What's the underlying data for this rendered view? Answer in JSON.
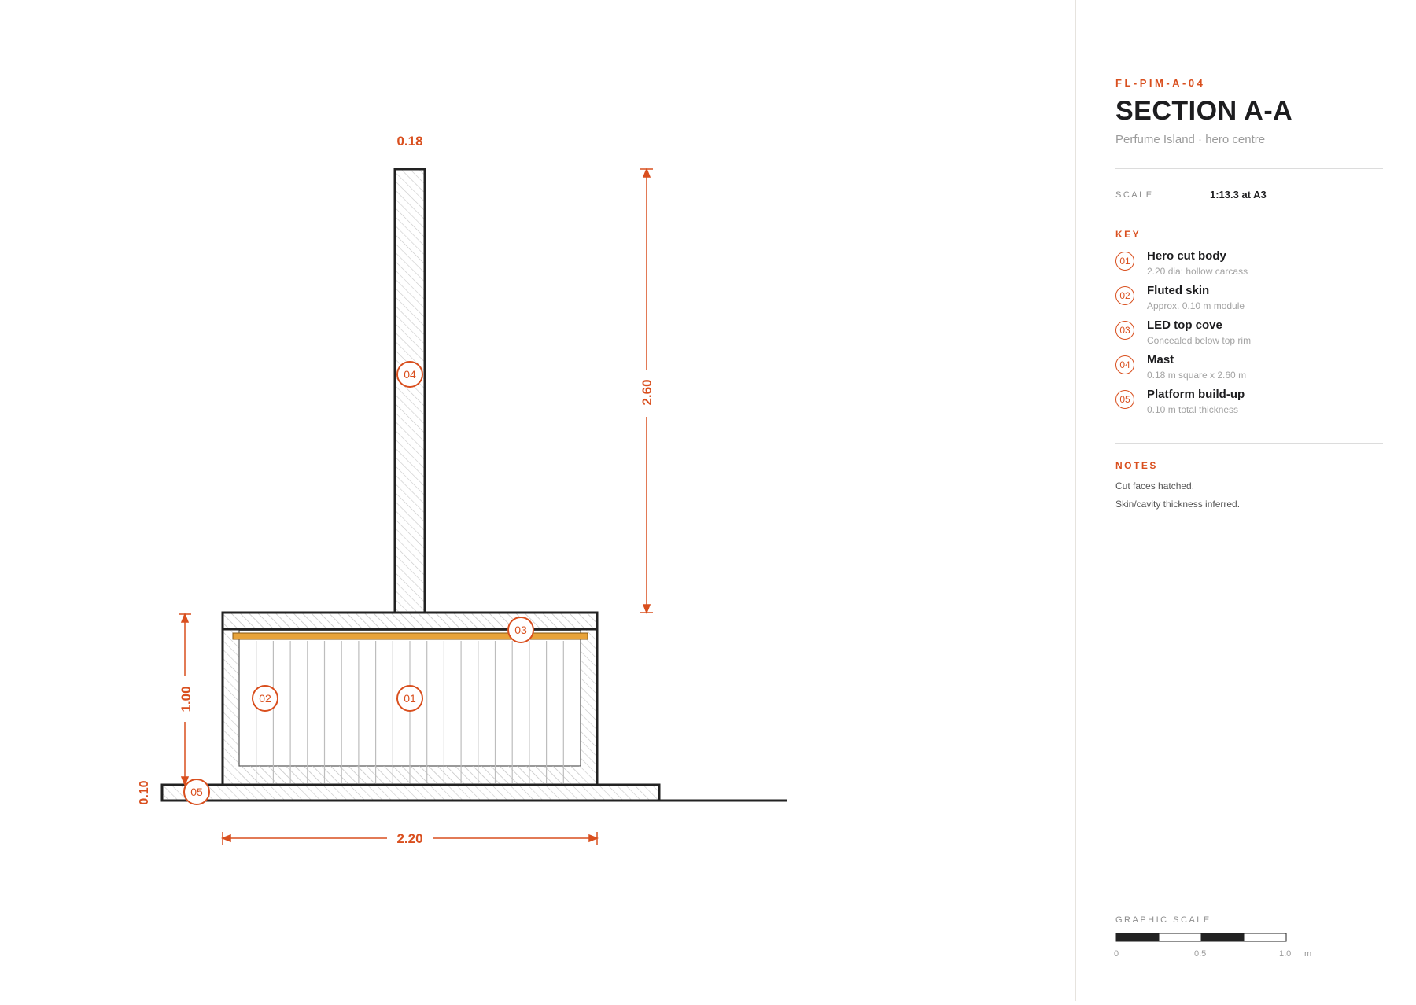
{
  "sheet": {
    "code": "FL-PIM-A-04",
    "title": "SECTION A-A",
    "subtitle": "Perfume Island · hero centre",
    "scale_label": "SCALE",
    "scale_value": "1:13.3 at A3"
  },
  "key": {
    "heading": "KEY",
    "items": [
      {
        "num": "01",
        "title": "Hero cut body",
        "desc": "2.20 dia; hollow carcass"
      },
      {
        "num": "02",
        "title": "Fluted skin",
        "desc": "Approx. 0.10 m module"
      },
      {
        "num": "03",
        "title": "LED top cove",
        "desc": "Concealed below top rim"
      },
      {
        "num": "04",
        "title": "Mast",
        "desc": "0.18 m square x 2.60 m"
      },
      {
        "num": "05",
        "title": "Platform build-up",
        "desc": "0.10 m total thickness"
      }
    ]
  },
  "notes": {
    "heading": "NOTES",
    "lines": [
      "Cut faces hatched.",
      "Skin/cavity thickness inferred."
    ]
  },
  "graphic_scale": {
    "label": "GRAPHIC SCALE",
    "ticks": [
      "0",
      "0.5",
      "1.0"
    ],
    "unit": "m",
    "segments": 4
  },
  "drawing": {
    "dimensions": {
      "mast_width": "0.18",
      "mast_height": "2.60",
      "body_height": "1.00",
      "platform_thickness": "0.10",
      "body_width": "2.20"
    },
    "callouts": [
      "01",
      "02",
      "03",
      "04",
      "05"
    ]
  },
  "colors": {
    "accent": "#d94f1e",
    "outline": "#222222",
    "led": "#e8a33a",
    "hatch": "#c8c8c8",
    "divider": "#e6e3de"
  }
}
